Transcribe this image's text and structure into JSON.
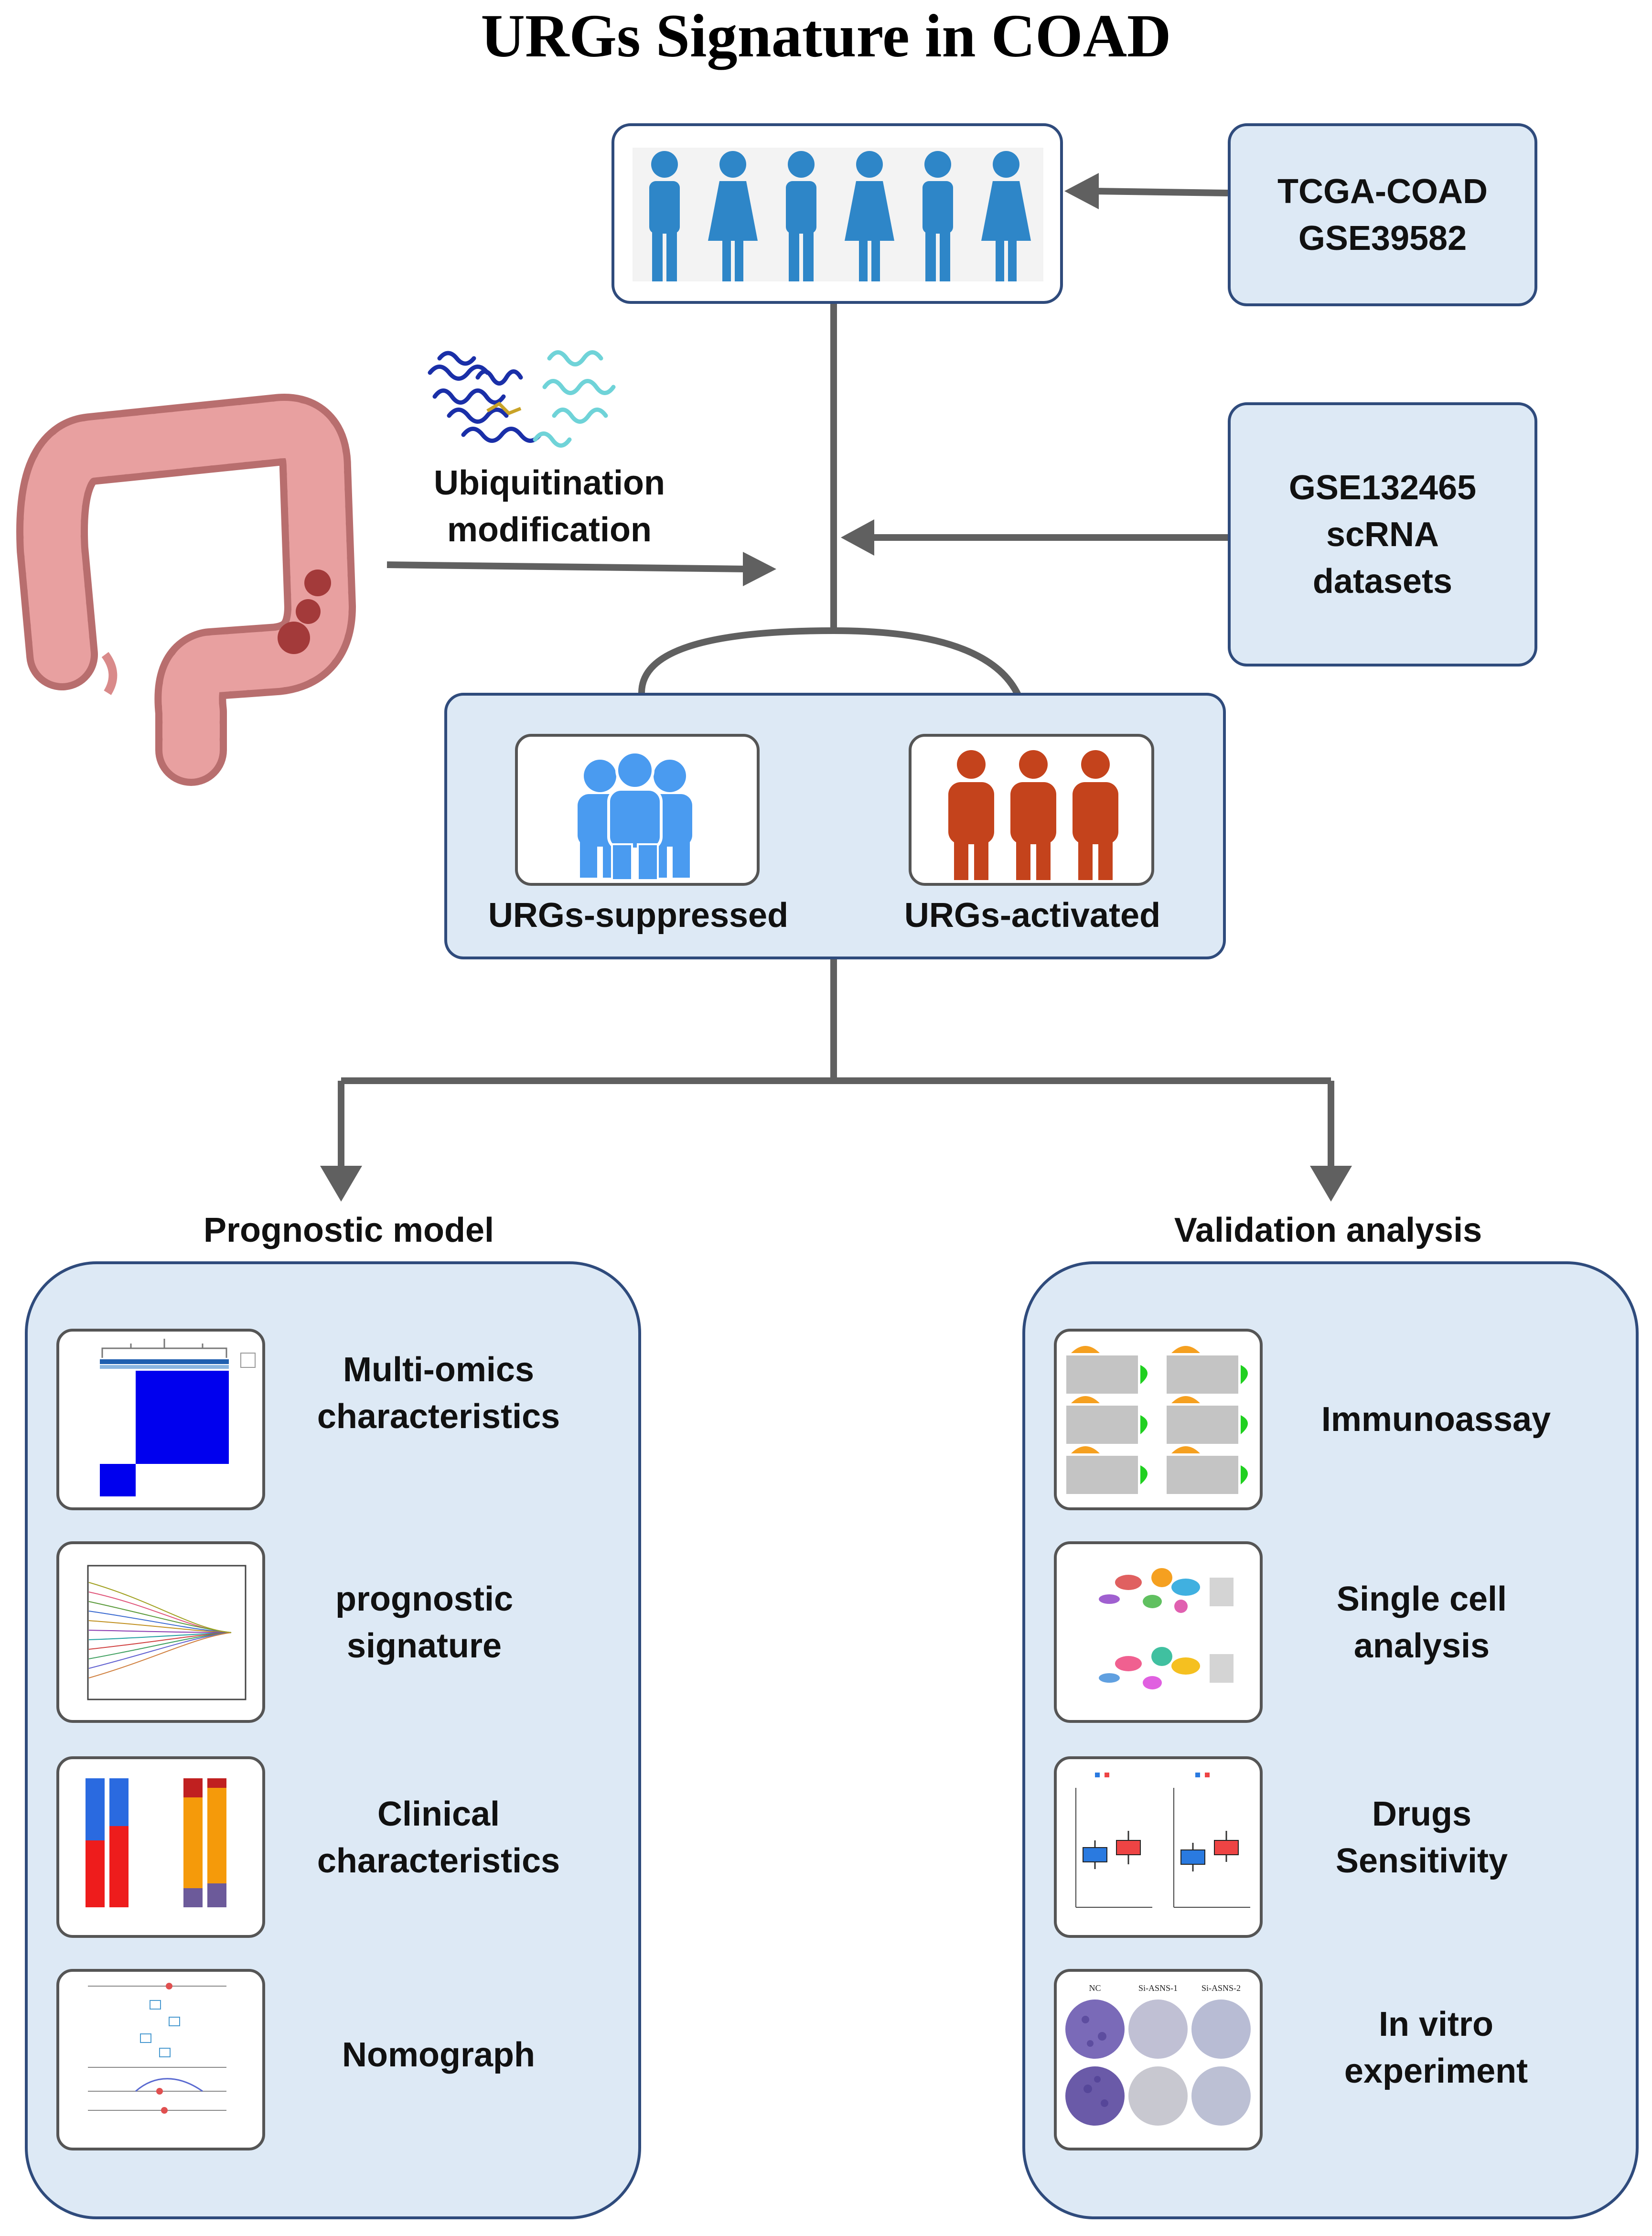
{
  "title": "URGs Signature in COAD",
  "sources": {
    "line1": "TCGA-COAD",
    "line2": "GSE39582"
  },
  "scrna": {
    "line1": "GSE132465",
    "line2": "scRNA",
    "line3": "datasets"
  },
  "ubiquitination": {
    "line1": "Ubiquitination",
    "line2": "modification"
  },
  "groups": {
    "suppressed": "URGs-suppressed",
    "activated": "URGs-activated"
  },
  "prognostic": {
    "heading": "Prognostic model",
    "items": [
      {
        "line1": "Multi-omics",
        "line2": "characteristics"
      },
      {
        "line1": "prognostic",
        "line2": "signature"
      },
      {
        "line1": "Clinical",
        "line2": "characteristics"
      },
      {
        "line1": "Nomograph",
        "line2": ""
      }
    ]
  },
  "validation": {
    "heading": "Validation analysis",
    "items": [
      {
        "line1": "Immunoassay",
        "line2": ""
      },
      {
        "line1": "Single cell",
        "line2": "analysis"
      },
      {
        "line1": "Drugs",
        "line2": "Sensitivity"
      },
      {
        "line1": "In vitro",
        "line2": "experiment"
      }
    ]
  },
  "colony_labels": [
    "NC",
    "Si-ASNS-1",
    "Si-ASNS-2"
  ],
  "colors": {
    "panel_fill": "#dde9f5",
    "panel_border": "#2f4b7c",
    "arrow": "#606060",
    "person_blue": "#2e86c8",
    "suppressed_blue": "#4a9bf0",
    "activated_red": "#c4431c",
    "colon": "#e08a8a"
  }
}
